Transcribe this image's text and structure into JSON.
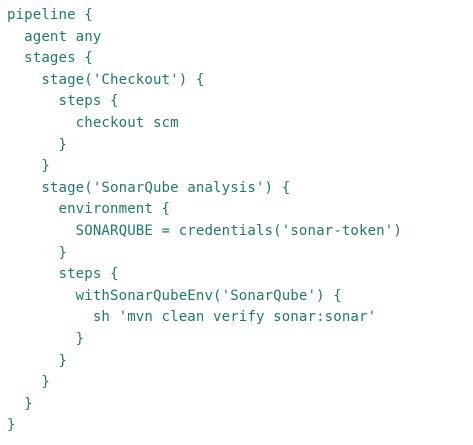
{
  "code": {
    "text_color": "#1f7a6c",
    "background": "#ffffff",
    "lines": [
      "pipeline {",
      "  agent any",
      "  stages {",
      "    stage('Checkout') {",
      "      steps {",
      "        checkout scm",
      "      }",
      "    }",
      "    stage('SonarQube analysis') {",
      "      environment {",
      "        SONARQUBE = credentials('sonar-token')",
      "      }",
      "      steps {",
      "        withSonarQubeEnv('SonarQube') {",
      "          sh 'mvn clean verify sonar:sonar'",
      "        }",
      "      }",
      "    }",
      "  }",
      "}"
    ]
  }
}
